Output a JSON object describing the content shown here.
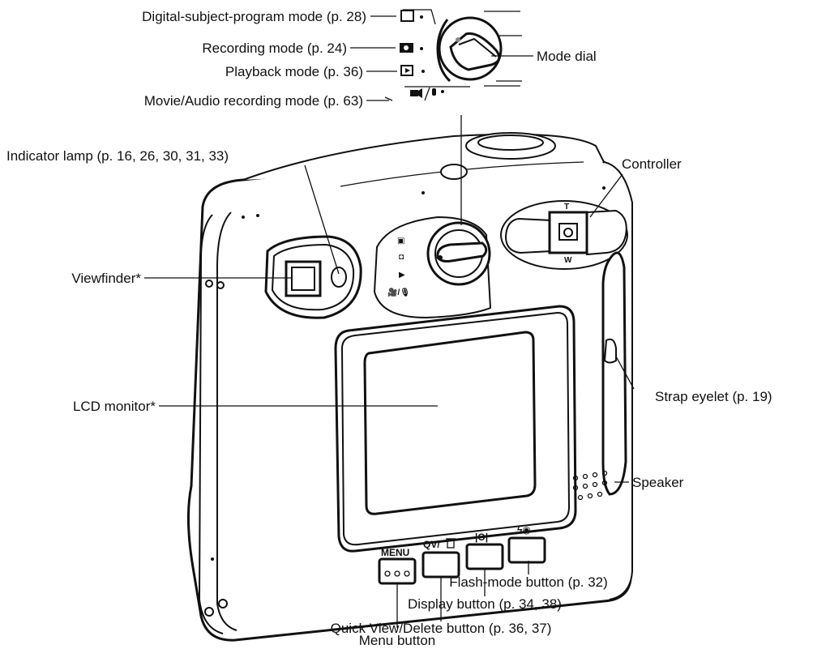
{
  "callouts": {
    "digital_subject": "Digital-subject-program mode (p. 28)",
    "recording": "Recording mode (p. 24)",
    "playback": "Playback mode (p. 36)",
    "movie_audio": "Movie/Audio recording mode (p. 63)",
    "mode_dial": "Mode dial",
    "controller": "Controller",
    "indicator_lamp": "Indicator lamp (p. 16, 26, 30, 31, 33)",
    "viewfinder": "Viewfinder*",
    "strap_eyelet": "Strap eyelet (p. 19)",
    "lcd_monitor": "LCD monitor*",
    "speaker": "Speaker",
    "flash_mode": "Flash-mode button (p. 32)",
    "display_button": "Display button (p. 34, 38)",
    "quick_view": "Quick View/Delete button (p. 36, 37)",
    "menu_button": "Menu button"
  },
  "camera_markings": {
    "menu": "MENU",
    "qv": "QV/",
    "display_glyph": "|O|",
    "flash_glyph": "ϟ◉",
    "zoom_t": "T",
    "zoom_w": "W",
    "mode_icons": [
      "▣",
      "◘",
      "▶",
      "🎥/🎙"
    ]
  }
}
